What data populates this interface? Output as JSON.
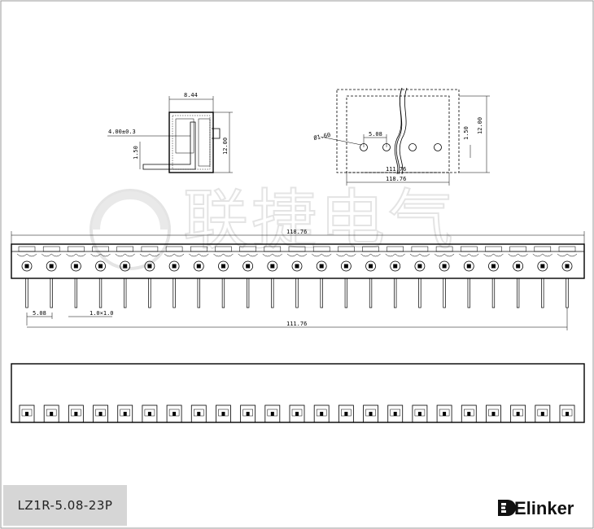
{
  "part_number": "LZ1R-5.08-23P",
  "brand": {
    "name": "Elinker",
    "logo_letter": "E"
  },
  "watermark": {
    "text": "联捷电气"
  },
  "pin_count": 23,
  "side_view": {
    "width": "8.44",
    "pin_offset": "4.00±0.3",
    "height": "12.00",
    "pin_height": "1.50"
  },
  "end_view": {
    "hole_dia": "Ø1.60",
    "pitch": "5.08",
    "pin_span": "111.76",
    "overall": "118.76",
    "height": "12.00",
    "pin_height": "1.50"
  },
  "front_view": {
    "overall": "118.76",
    "pitch": "5.08",
    "pin_size": "1.0×1.0",
    "pin_span": "111.76"
  },
  "colors": {
    "line": "#000000",
    "label_bg": "#d6d6d6",
    "watermark": "#d0d0d0"
  }
}
